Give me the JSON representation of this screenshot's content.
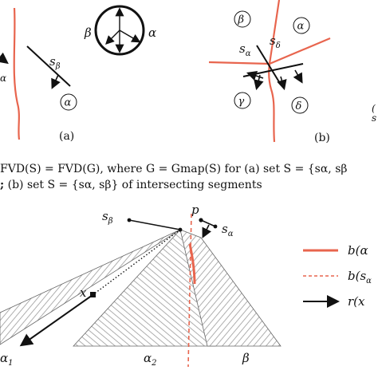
{
  "panel_a": {
    "label": "(a)",
    "seg_label": "s",
    "seg_sub": "β",
    "left_frag": "α",
    "circle_left": "β",
    "circle_right": "α",
    "region_label": "α"
  },
  "panel_b": {
    "label": "(b)",
    "region_beta": "β",
    "region_alpha": "α",
    "region_gamma": "γ",
    "region_delta": "δ",
    "s_alpha": "s",
    "s_alpha_sub": "α",
    "s_delta": "s",
    "s_delta_sub": "δ",
    "right_frag_1": "(",
    "right_frag_2": "s"
  },
  "caption": {
    "line1": "FVD(S) = FVD(G), where G = Gmap(S) for (a) set S = {sα, sβ",
    "line2_bold": ";",
    "line2": " (b) set S = {sα, sβ} of intersecting segments"
  },
  "bottom_figure": {
    "s_beta": "s",
    "s_beta_sub": "β",
    "p": "p",
    "s_alpha": "s",
    "s_alpha_sub": "α",
    "x": "x",
    "alpha1": "α",
    "alpha1_sub": "1",
    "alpha2": "α",
    "alpha2_sub": "2",
    "beta": "β"
  },
  "legend": {
    "solid": "b(α",
    "dashed": "b(s",
    "dashed_sub": "α",
    "ray": "r(x"
  },
  "colors": {
    "bisector": "#e8654e",
    "hatch": "#9a9a9a",
    "ink": "#111111"
  }
}
